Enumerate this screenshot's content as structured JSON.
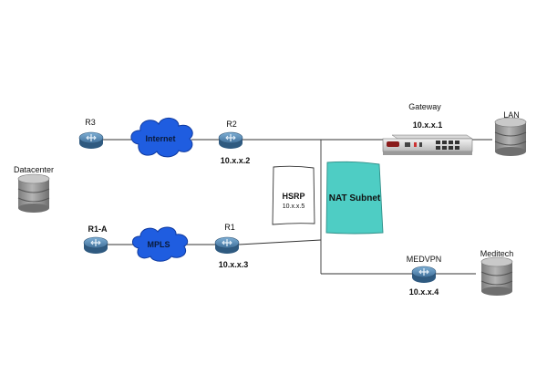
{
  "nodes": {
    "datacenter": {
      "label": "Datacenter"
    },
    "r3": {
      "label": "R3"
    },
    "internet": {
      "label": "Internet"
    },
    "r2": {
      "label": "R2",
      "ip": "10.x.x.2"
    },
    "r1a": {
      "label": "R1-A"
    },
    "mpls": {
      "label": "MPLS"
    },
    "r1": {
      "label": "R1",
      "ip": "10.x.x.3"
    },
    "hsrp": {
      "label": "HSRP",
      "ip": "10.x.x.5"
    },
    "nat_subnet": {
      "label": "NAT Subnet"
    },
    "gateway": {
      "label": "Gateway",
      "ip": "10.x.x.1"
    },
    "lan": {
      "label": "LAN"
    },
    "medvpn": {
      "label": "MEDVPN",
      "ip": "10.x.x.4"
    },
    "meditech": {
      "label": "Meditech"
    }
  },
  "colors": {
    "router": "#5b8fb8",
    "cloud": "#1f5de0",
    "nat_subnet": "#4ecdc4",
    "database": "#9a9a9a",
    "line": "#333333"
  },
  "icons": {
    "router": "router-icon",
    "cloud": "cloud-icon",
    "database": "database-icon",
    "appliance": "firewall-appliance-icon"
  }
}
